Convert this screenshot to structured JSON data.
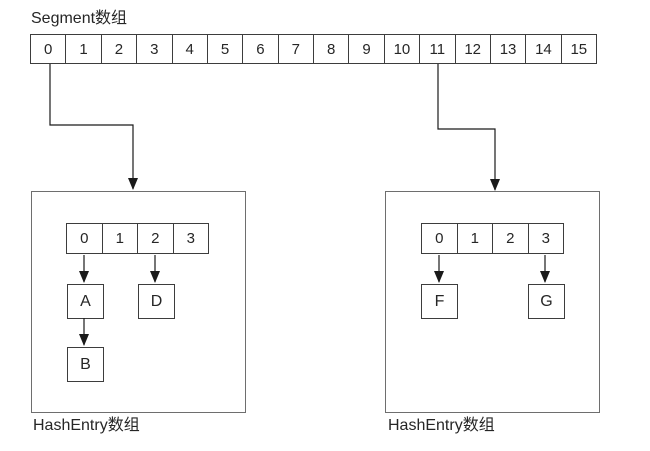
{
  "colors": {
    "background": "#ffffff",
    "arrow_line": "#1a1a1a",
    "array_border": "#3d3d3d",
    "container_border": "#6e6e6e",
    "text": "#262626"
  },
  "segment_section": {
    "title": "Segment数组",
    "cells": [
      "0",
      "1",
      "2",
      "3",
      "4",
      "5",
      "6",
      "7",
      "8",
      "9",
      "10",
      "11",
      "12",
      "13",
      "14",
      "15"
    ]
  },
  "left_bucket": {
    "label": "HashEntry数组",
    "cells": [
      "0",
      "1",
      "2",
      "3"
    ],
    "entries": {
      "head0": "A",
      "next0": "B",
      "head2": "D"
    }
  },
  "right_bucket": {
    "label": "HashEntry数组",
    "cells": [
      "0",
      "1",
      "2",
      "3"
    ],
    "entries": {
      "head0": "F",
      "head3": "G"
    }
  }
}
